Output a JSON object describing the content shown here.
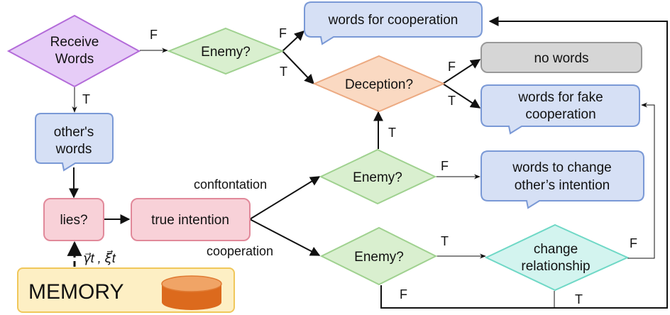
{
  "nodes": {
    "receive_words": [
      "Receive",
      "Words"
    ],
    "enemy_top": "Enemy?",
    "words_cooperation": "words for cooperation",
    "deception": "Deception?",
    "no_words": "no words",
    "words_fake": [
      "words for fake",
      "cooperation"
    ],
    "others_words": [
      "other's",
      "words"
    ],
    "enemy_mid": "Enemy?",
    "words_change": [
      "words to change",
      "other’s intention"
    ],
    "lies": "lies?",
    "true_intention": "true  intention",
    "enemy_bottom": "Enemy?",
    "change_relationship": [
      "change",
      "relationship"
    ],
    "memory": "MEMORY"
  },
  "edge_labels": {
    "receive_F": "F",
    "receive_T": "T",
    "enemy_top_F": "F",
    "enemy_top_T": "T",
    "deception_F": "F",
    "deception_T": "T",
    "enemy_mid_up_T": "T",
    "enemy_mid_F": "F",
    "confrontation": "conftontation",
    "cooperation": "cooperation",
    "enemy_bottom_T": "T",
    "enemy_bottom_F": "F",
    "change_F": "F",
    "change_T": "T",
    "memory_vars": "γ⃗t , ξ⃗t"
  },
  "colors": {
    "purple_fill": "#e6ccf7",
    "purple_stroke": "#b36bd9",
    "green_fill": "#d9efcf",
    "green_stroke": "#9fd18f",
    "blue_fill": "#d6e0f5",
    "blue_stroke": "#7a99d6",
    "orange_fill": "#fad9c2",
    "orange_stroke": "#ecaa82",
    "gray_fill": "#d6d6d6",
    "gray_stroke": "#999999",
    "pink_fill": "#f8d1d8",
    "pink_stroke": "#e1899a",
    "teal_fill": "#d3f4ef",
    "teal_stroke": "#6fd8c6",
    "memory_fill": "#fdefc4",
    "memory_stroke": "#f0c75a",
    "db_icon_color": "#dc6a1d"
  },
  "icons": {
    "memory": "database-icon"
  }
}
